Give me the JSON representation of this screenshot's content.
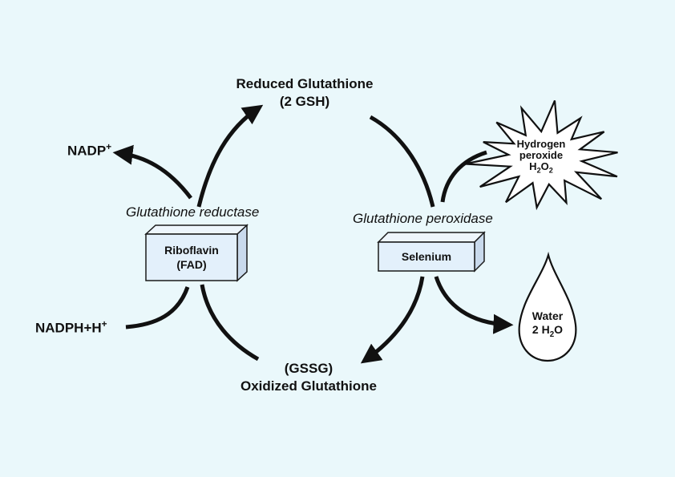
{
  "nodes": {
    "reduced_glutathione": {
      "line1": "Reduced Glutathione",
      "line2": "(2 GSH)"
    },
    "oxidized_glutathione": {
      "line1": "(GSSG)",
      "line2": "Oxidized Glutathione"
    },
    "nadp": {
      "base": "NADP",
      "sup": "+"
    },
    "nadph": {
      "base": "NADPH+H",
      "sup": "+"
    }
  },
  "enzymes": {
    "reductase": "Glutathione reductase",
    "peroxidase": "Glutathione peroxidase"
  },
  "cofactors": {
    "riboflavin": {
      "line1": "Riboflavin",
      "line2": "(FAD)"
    },
    "selenium": "Selenium"
  },
  "substrates": {
    "hydrogen_peroxide": {
      "line1": "Hydrogen",
      "line2": "peroxide",
      "formula_h": "H",
      "sub1": "2",
      "formula_o": "O",
      "sub2": "2"
    },
    "water": {
      "line1": "Water",
      "prefix": "2 H",
      "sub": "2",
      "suffix": "O"
    }
  },
  "colors": {
    "background": "#eaf8fb",
    "arrow": "#111111",
    "box_fill": "#e3f0fb",
    "box_side": "#c9daec",
    "box_stroke": "#1a1a1a"
  }
}
